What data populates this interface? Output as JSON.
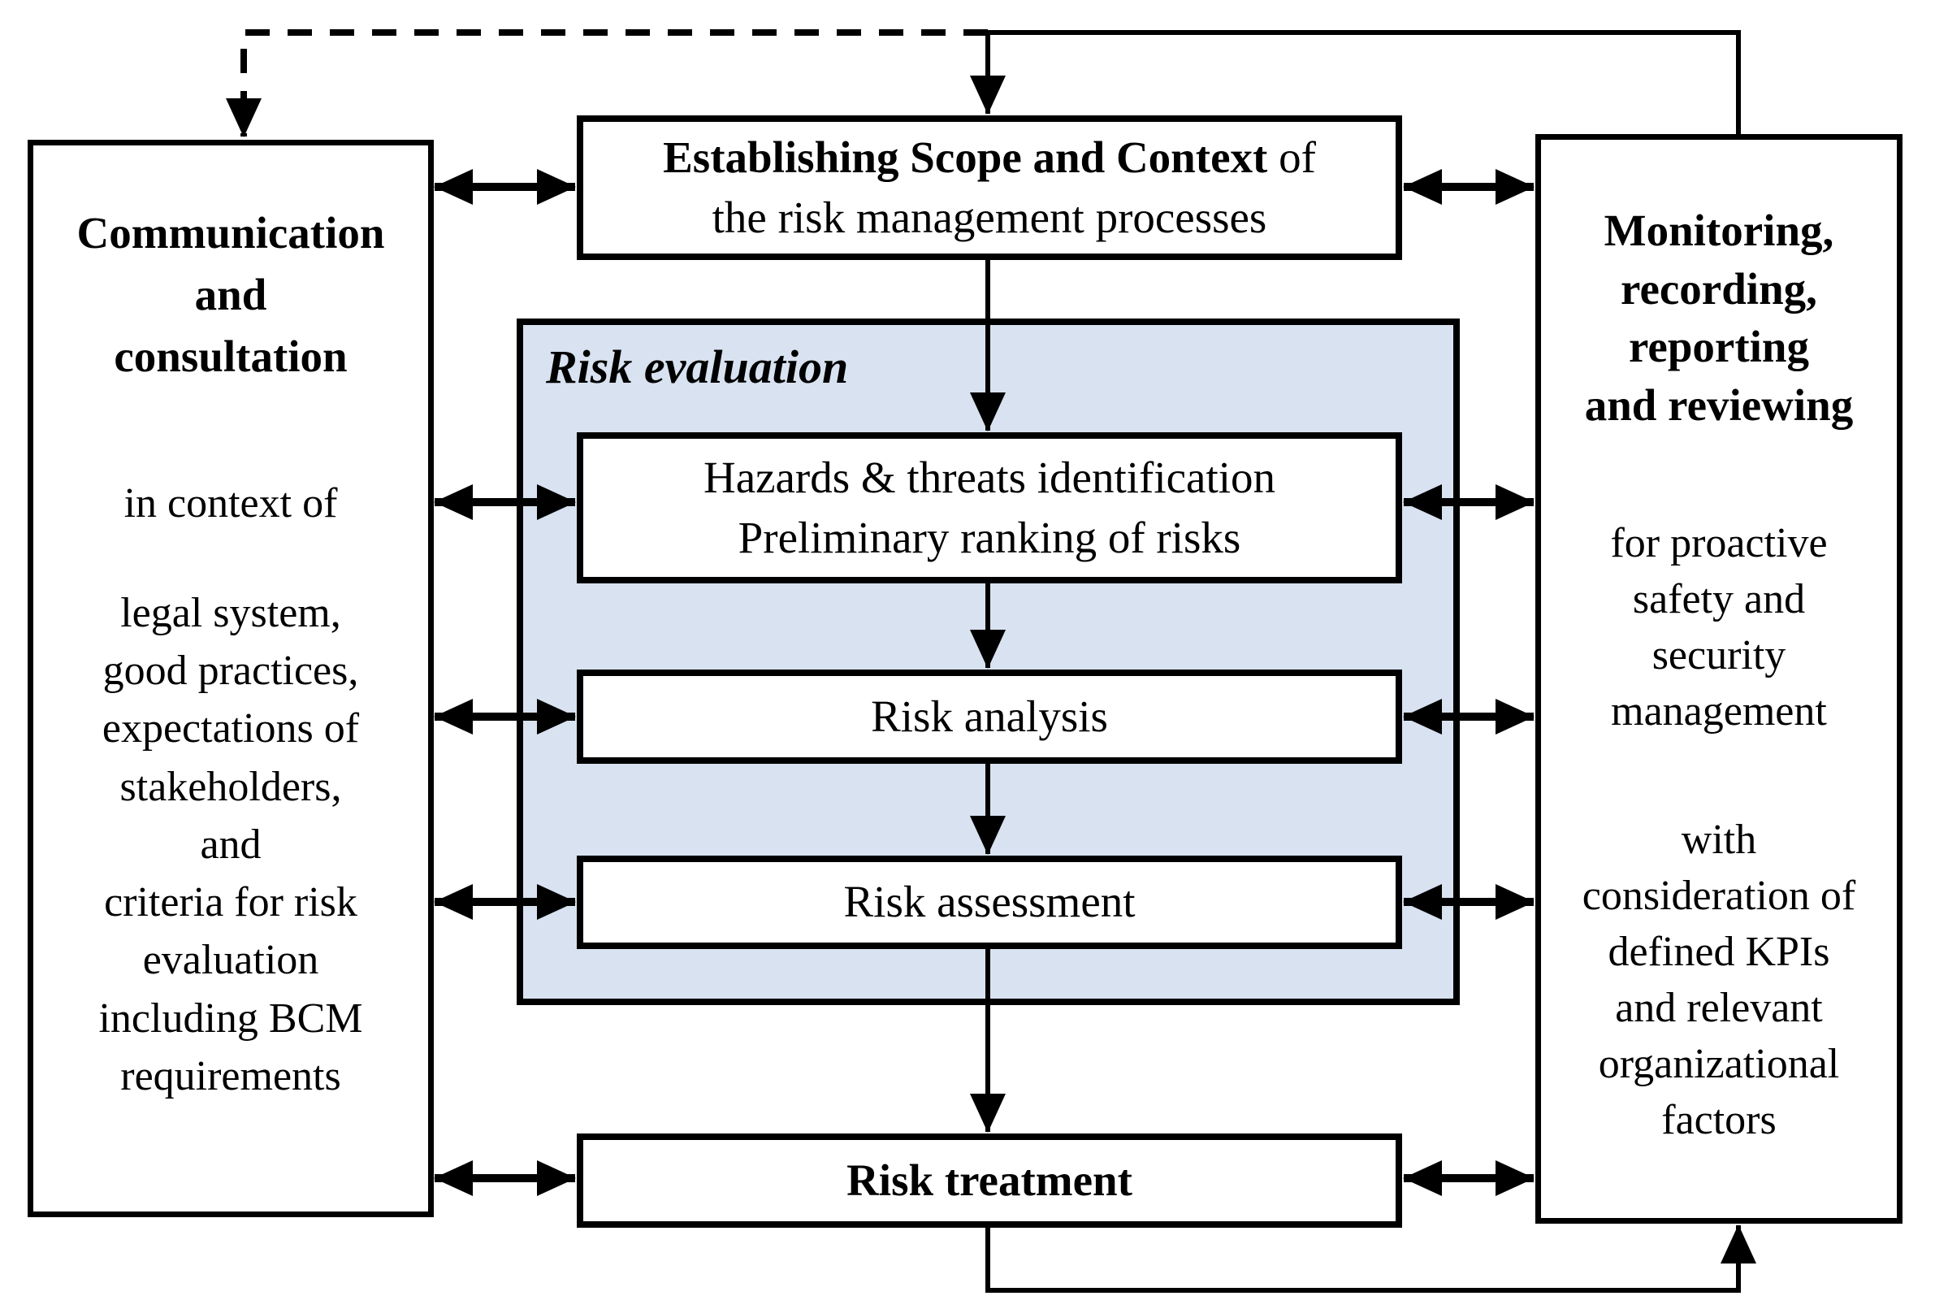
{
  "colors": {
    "line": "#000000",
    "risk_evaluation_fill": "#d8e2f0",
    "box_fill": "#ffffff",
    "box_border": "#000000",
    "background": "#ffffff"
  },
  "left_box": {
    "heading": [
      "Communication",
      "and",
      "consultation"
    ],
    "intro": "in context of",
    "items": [
      "legal system,",
      "good practices,",
      "expectations of",
      "stakeholders,",
      "and",
      "criteria for risk",
      "evaluation",
      "including BCM",
      "requirements"
    ]
  },
  "right_box": {
    "heading": [
      "Monitoring,",
      "recording,",
      "reporting",
      "and reviewing"
    ],
    "body1": [
      "for proactive",
      "safety and",
      "security",
      "management"
    ],
    "body2": [
      "with",
      "consideration of",
      "defined KPIs",
      "and relevant",
      "organizational",
      "factors"
    ]
  },
  "establishing_box": {
    "title_bold": "Establishing Scope and Context",
    "title_rest": " of",
    "line2": "the risk management processes"
  },
  "risk_evaluation_panel": {
    "label": "Risk evaluation"
  },
  "hazards_box": {
    "line1": "Hazards & threats identification",
    "line2": "Preliminary ranking of risks"
  },
  "risk_analysis_box": {
    "label": "Risk analysis"
  },
  "risk_assessment_box": {
    "label": "Risk assessment"
  },
  "risk_treatment_box": {
    "label": "Risk treatment"
  }
}
